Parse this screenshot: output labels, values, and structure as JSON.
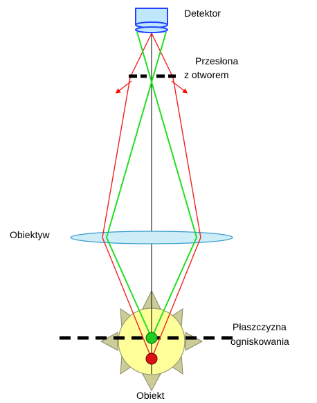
{
  "labels": {
    "detector": "Detektor",
    "aperture_line1": "Przesłona",
    "aperture_line2": "z otworem",
    "lens": "Obiektyw",
    "focal_plane_line1": "Płaszczyzna",
    "focal_plane_line2": "ogniskowania",
    "object": "Obiekt"
  },
  "colors": {
    "in_focus_ray": "#22dd22",
    "out_of_focus_ray": "#ee2222",
    "blocked_arrow": "#ff0000",
    "lens_fill": "#cdeef8",
    "lens_stroke": "#3399cc",
    "detector_fill": "#bfe8ff",
    "detector_stroke": "#2244ff",
    "object_fill": "#ffff99",
    "object_rays": "#cccc99",
    "focus_point": "#22cc22",
    "offfocus_point": "#dd1111"
  },
  "icons": {
    "detector": "detector-icon",
    "aperture": "pinhole-aperture-icon",
    "lens": "lens-icon",
    "object": "sun-object-icon"
  }
}
